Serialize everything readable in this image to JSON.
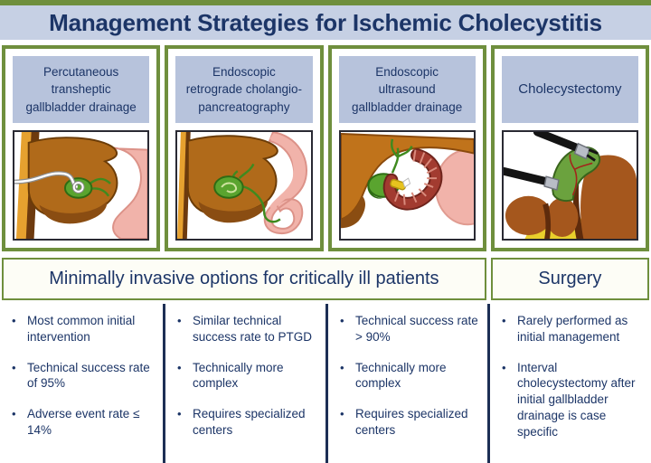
{
  "title": "Management Strategies for Ischemic Cholecystitis",
  "columns": [
    {
      "label": "Percutaneous\ntransheptic\ngallbladder drainage",
      "illustration": "ptgd-illustration",
      "bullets": [
        "Most common initial intervention",
        "Technical success rate of 95%",
        "Adverse event rate ≤ 14%"
      ]
    },
    {
      "label": "Endoscopic\nretrograde cholangio-\npancreatography",
      "illustration": "ercp-illustration",
      "bullets": [
        "Similar technical success rate to PTGD",
        "Technically more complex",
        "Requires specialized centers"
      ]
    },
    {
      "label": "Endoscopic\nultrasound\ngallbladder drainage",
      "illustration": "eus-gallbladder-drainage-illustration",
      "bullets": [
        "Technical success rate > 90%",
        "Technically more complex",
        "Requires specialized centers"
      ]
    },
    {
      "label": "Cholecystectomy",
      "illustration": "cholecystectomy-illustration",
      "bullets": [
        "Rarely performed as initial management",
        "Interval cholecystectomy after initial gallbladder drainage is case specific"
      ]
    }
  ],
  "bands": {
    "minimally_invasive": "Minimally invasive options for critically ill patients",
    "surgery": "Surgery"
  },
  "colors": {
    "accent_green": "#6f8f3d",
    "title_bg": "#c6d0e4",
    "label_bg": "#b7c3dc",
    "navy_text": "#1c3567",
    "divider_navy": "#1d2f55",
    "liver_brown": "#b06a1a",
    "gallbladder_green": "#5aa42f",
    "stomach_pink": "#f1b3aa",
    "duodenum_maroon": "#a23b30",
    "fat_yellow": "#e9cf2b"
  }
}
